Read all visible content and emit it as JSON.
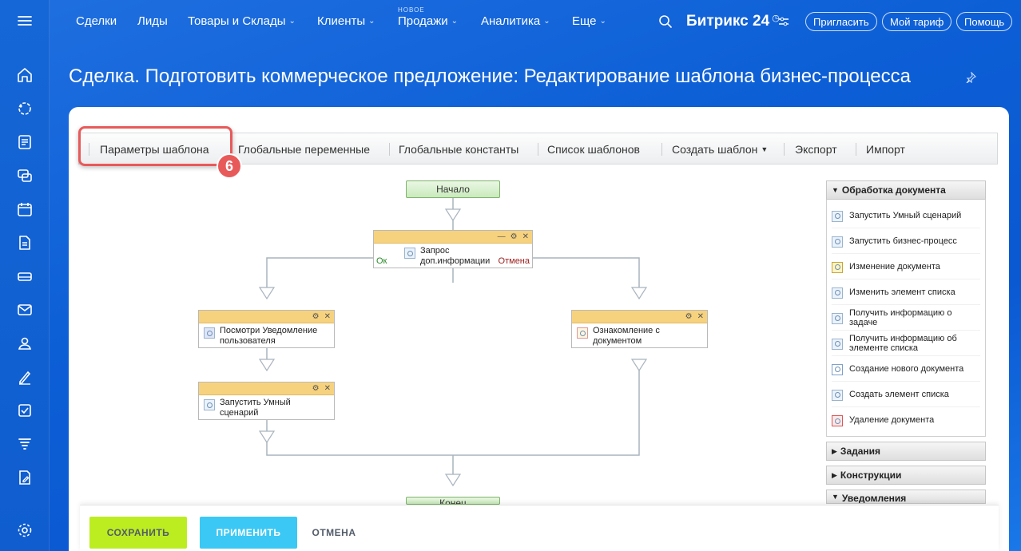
{
  "nav": {
    "items": [
      {
        "label": "Сделки",
        "dropdown": false
      },
      {
        "label": "Лиды",
        "dropdown": false
      },
      {
        "label": "Товары и Склады",
        "dropdown": true
      },
      {
        "label": "Клиенты",
        "dropdown": true
      },
      {
        "label": "Продажи",
        "dropdown": true,
        "badge": "НОВОЕ"
      },
      {
        "label": "Аналитика",
        "dropdown": true
      },
      {
        "label": "Еще",
        "dropdown": true
      }
    ],
    "brand": "Битрикс 24",
    "invite": "Пригласить",
    "tariff": "Мой тариф",
    "help": "Помощь"
  },
  "page": {
    "title": "Сделка. Подготовить коммерческое предложение: Редактирование шаблона бизнес-процесса"
  },
  "toolbar": {
    "items": [
      "Параметры шаблона",
      "Глобальные переменные",
      "Глобальные константы",
      "Список шаблонов",
      "Создать шаблон",
      "Экспорт",
      "Импорт"
    ],
    "step_badge": "6"
  },
  "workflow": {
    "start": "Начало",
    "end": "Конец",
    "request": {
      "title": "Запрос доп.информации",
      "ok": "Ок",
      "cancel": "Отмена"
    },
    "notify": "Посмотри Уведомление пользователя",
    "run_scenario": "Запустить Умный сценарий",
    "review": "Ознакомление с документом"
  },
  "palette": {
    "section_open": "Обработка документа",
    "items": [
      "Запустить Умный сценарий",
      "Запустить бизнес-процесс",
      "Изменение документа",
      "Изменить элемент списка",
      "Получить информацию о задаче",
      "Получить информацию об элементе списка",
      "Создание нового документа",
      "Создать элемент списка",
      "Удаление документа"
    ],
    "collapsed": [
      "Задания",
      "Конструкции"
    ],
    "section_bottom": "Уведомления"
  },
  "footer": {
    "save": "СОХРАНИТЬ",
    "apply": "ПРИМЕНИТЬ",
    "cancel": "ОТМЕНА"
  },
  "colors": {
    "accent_red": "#e85a5a",
    "save_green": "#bbed21",
    "apply_blue": "#3bc8f5",
    "node_header": "#f7d27e"
  }
}
